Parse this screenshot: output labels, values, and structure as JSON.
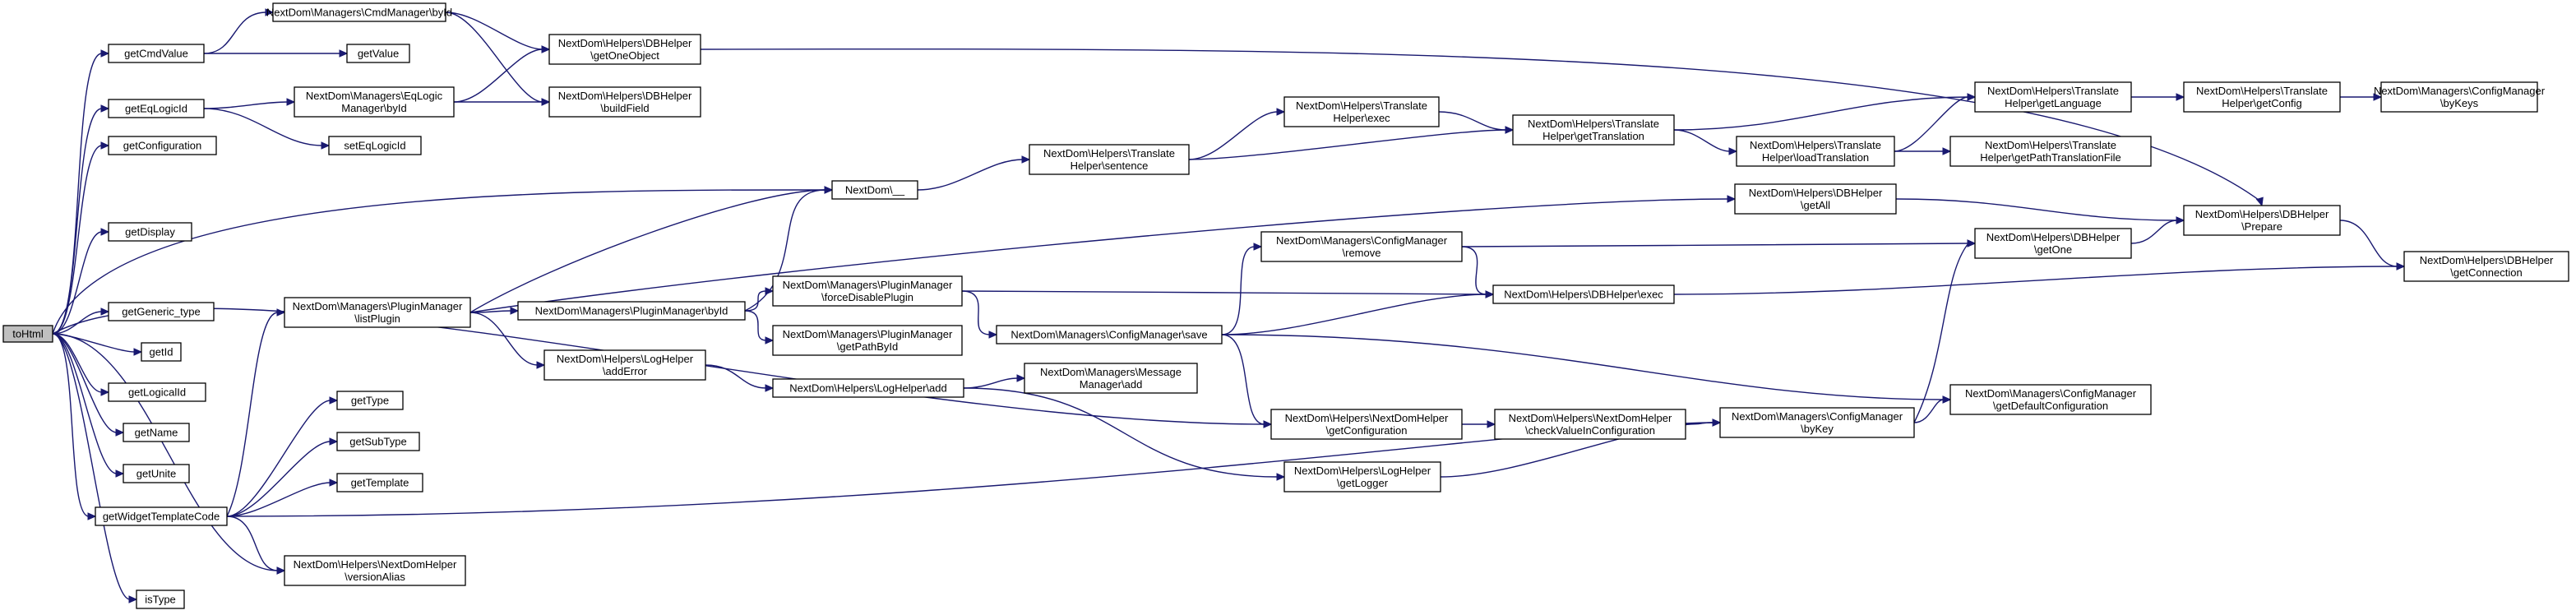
{
  "diagram": {
    "title": "",
    "edge_color": "#191970",
    "root_fill": "#bfbfbf",
    "node_fill": "#ffffff",
    "nodes": [
      {
        "id": "toHtml",
        "lines": [
          "toHtml"
        ],
        "root": true
      },
      {
        "id": "getCmdValue",
        "lines": [
          "getCmdValue"
        ]
      },
      {
        "id": "getEqLogicId",
        "lines": [
          "getEqLogicId"
        ]
      },
      {
        "id": "getConfiguration",
        "lines": [
          "getConfiguration"
        ]
      },
      {
        "id": "getDisplay",
        "lines": [
          "getDisplay"
        ]
      },
      {
        "id": "getGeneric_type",
        "lines": [
          "getGeneric_type"
        ]
      },
      {
        "id": "getId",
        "lines": [
          "getId"
        ]
      },
      {
        "id": "getLogicalId",
        "lines": [
          "getLogicalId"
        ]
      },
      {
        "id": "getName",
        "lines": [
          "getName"
        ]
      },
      {
        "id": "getUnite",
        "lines": [
          "getUnite"
        ]
      },
      {
        "id": "getWidgetTemplateCode",
        "lines": [
          "getWidgetTemplateCode"
        ]
      },
      {
        "id": "isType",
        "lines": [
          "isType"
        ]
      },
      {
        "id": "CmdManagerById",
        "lines": [
          "NextDom\\Managers\\CmdManager\\byId"
        ]
      },
      {
        "id": "getValue",
        "lines": [
          "getValue"
        ]
      },
      {
        "id": "EqLogicManagerById",
        "lines": [
          "NextDom\\Managers\\EqLogic",
          "Manager\\byId"
        ]
      },
      {
        "id": "setEqLogicId",
        "lines": [
          "setEqLogicId"
        ]
      },
      {
        "id": "PluginManagerListPlugin",
        "lines": [
          "NextDom\\Managers\\PluginManager",
          "\\listPlugin"
        ]
      },
      {
        "id": "getType",
        "lines": [
          "getType"
        ]
      },
      {
        "id": "getSubType",
        "lines": [
          "getSubType"
        ]
      },
      {
        "id": "getTemplate",
        "lines": [
          "getTemplate"
        ]
      },
      {
        "id": "versionAlias",
        "lines": [
          "NextDom\\Helpers\\NextDomHelper",
          "\\versionAlias"
        ]
      },
      {
        "id": "DBHelperGetOneObject",
        "lines": [
          "NextDom\\Helpers\\DBHelper",
          "\\getOneObject"
        ]
      },
      {
        "id": "DBHelperBuildField",
        "lines": [
          "NextDom\\Helpers\\DBHelper",
          "\\buildField"
        ]
      },
      {
        "id": "PluginManagerById",
        "lines": [
          "NextDom\\Managers\\PluginManager\\byId"
        ]
      },
      {
        "id": "LogHelperAddError",
        "lines": [
          "NextDom\\Helpers\\LogHelper",
          "\\addError"
        ]
      },
      {
        "id": "NextDomUnderscore",
        "lines": [
          "NextDom\\__"
        ]
      },
      {
        "id": "ForceDisablePlugin",
        "lines": [
          "NextDom\\Managers\\PluginManager",
          "\\forceDisablePlugin"
        ]
      },
      {
        "id": "GetPathById",
        "lines": [
          "NextDom\\Managers\\PluginManager",
          "\\getPathById"
        ]
      },
      {
        "id": "LogHelperAdd",
        "lines": [
          "NextDom\\Helpers\\LogHelper\\add"
        ]
      },
      {
        "id": "TranslateSentence",
        "lines": [
          "NextDom\\Helpers\\Translate",
          "Helper\\sentence"
        ]
      },
      {
        "id": "ConfigManagerSave",
        "lines": [
          "NextDom\\Managers\\ConfigManager\\save"
        ]
      },
      {
        "id": "MessageManagerAdd",
        "lines": [
          "NextDom\\Managers\\Message",
          "Manager\\add"
        ]
      },
      {
        "id": "TranslateExec",
        "lines": [
          "NextDom\\Helpers\\Translate",
          "Helper\\exec"
        ]
      },
      {
        "id": "ConfigManagerRemove",
        "lines": [
          "NextDom\\Managers\\ConfigManager",
          "\\remove"
        ]
      },
      {
        "id": "NextDomHelperGetConfiguration",
        "lines": [
          "NextDom\\Helpers\\NextDomHelper",
          "\\getConfiguration"
        ]
      },
      {
        "id": "LogHelperGetLogger",
        "lines": [
          "NextDom\\Helpers\\LogHelper",
          "\\getLogger"
        ]
      },
      {
        "id": "TranslateGetTranslation",
        "lines": [
          "NextDom\\Helpers\\Translate",
          "Helper\\getTranslation"
        ]
      },
      {
        "id": "DBHelperExec",
        "lines": [
          "NextDom\\Helpers\\DBHelper\\exec"
        ]
      },
      {
        "id": "CheckValueInConfiguration",
        "lines": [
          "NextDom\\Helpers\\NextDomHelper",
          "\\checkValueInConfiguration"
        ]
      },
      {
        "id": "DBHelperGetAll",
        "lines": [
          "NextDom\\Helpers\\DBHelper",
          "\\getAll"
        ]
      },
      {
        "id": "TranslateLoadTranslation",
        "lines": [
          "NextDom\\Helpers\\Translate",
          "Helper\\loadTranslation"
        ]
      },
      {
        "id": "ConfigManagerByKey",
        "lines": [
          "NextDom\\Managers\\ConfigManager",
          "\\byKey"
        ]
      },
      {
        "id": "TranslateGetLanguage",
        "lines": [
          "NextDom\\Helpers\\Translate",
          "Helper\\getLanguage"
        ]
      },
      {
        "id": "TranslateGetPathTranslationFile",
        "lines": [
          "NextDom\\Helpers\\Translate",
          "Helper\\getPathTranslationFile"
        ]
      },
      {
        "id": "DBHelperGetOne",
        "lines": [
          "NextDom\\Helpers\\DBHelper",
          "\\getOne"
        ]
      },
      {
        "id": "GetDefaultConfiguration",
        "lines": [
          "NextDom\\Managers\\ConfigManager",
          "\\getDefaultConfiguration"
        ]
      },
      {
        "id": "TranslateGetConfig",
        "lines": [
          "NextDom\\Helpers\\Translate",
          "Helper\\getConfig"
        ]
      },
      {
        "id": "DBHelperPrepare",
        "lines": [
          "NextDom\\Helpers\\DBHelper",
          "\\Prepare"
        ]
      },
      {
        "id": "ConfigManagerByKeys",
        "lines": [
          "NextDom\\Managers\\ConfigManager",
          "\\byKeys"
        ]
      },
      {
        "id": "DBHelperGetConnection",
        "lines": [
          "NextDom\\Helpers\\DBHelper",
          "\\getConnection"
        ]
      }
    ]
  }
}
